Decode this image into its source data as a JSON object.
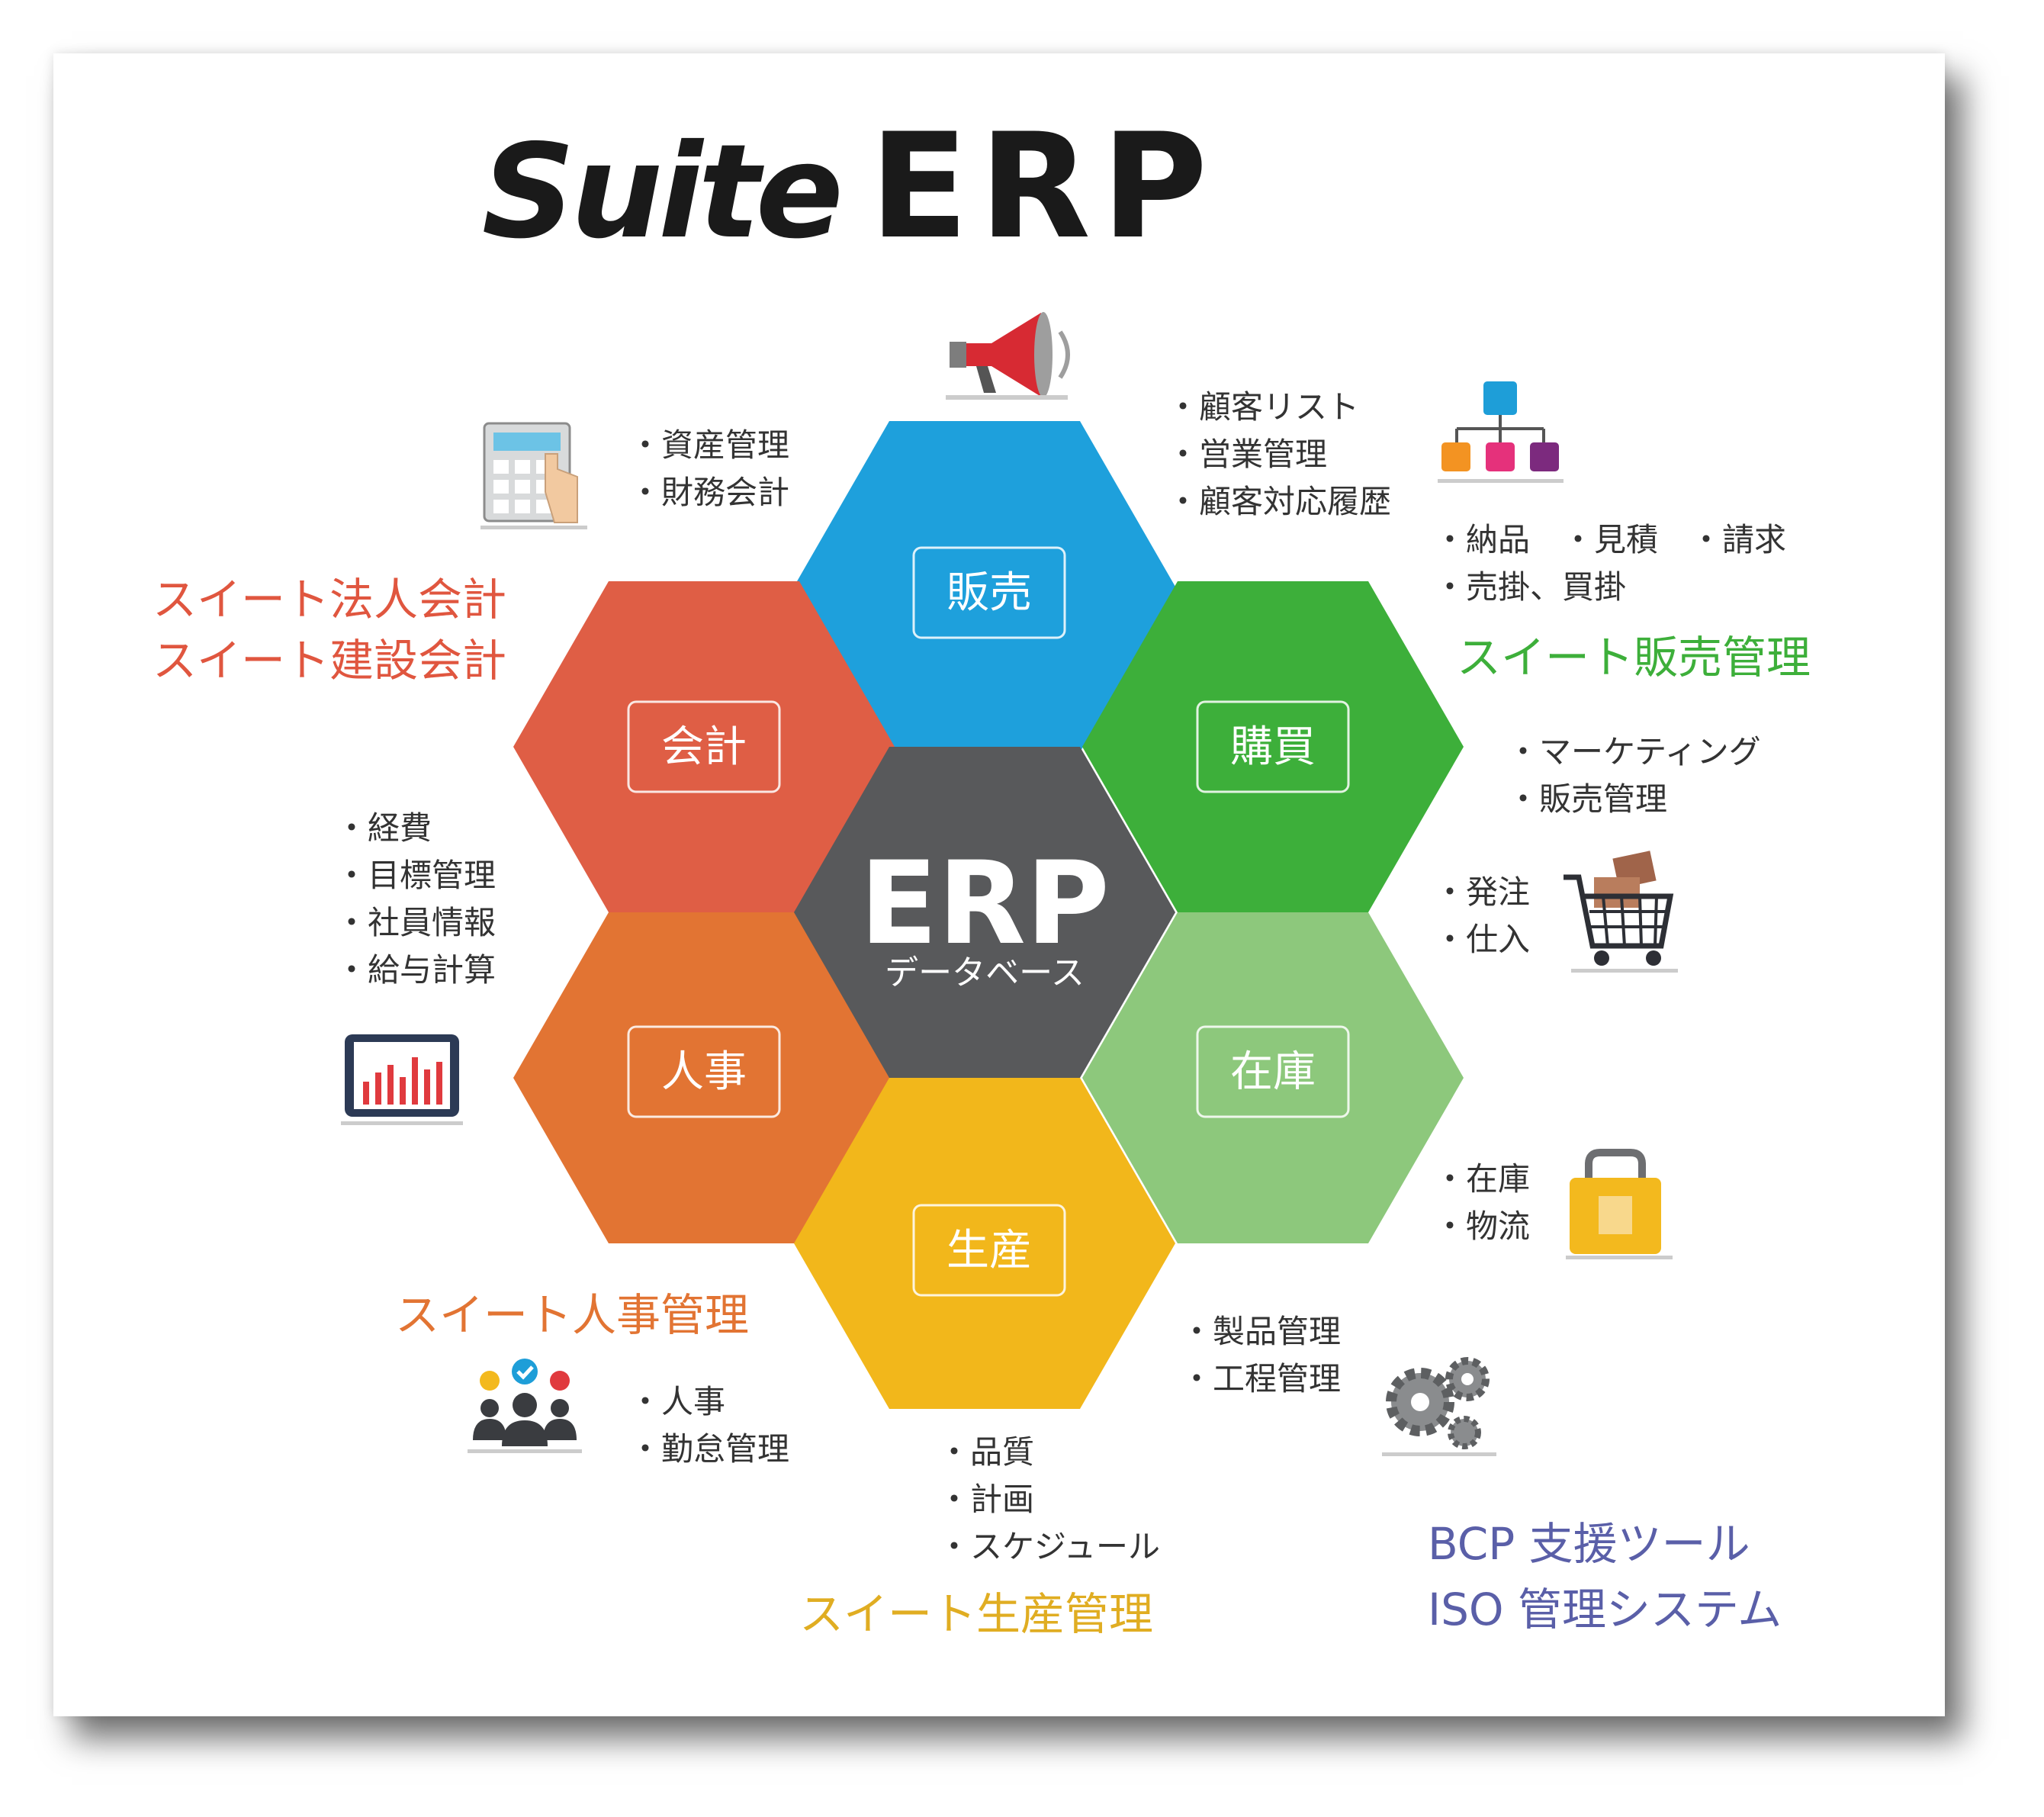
{
  "title": {
    "part1": "Suite",
    "part2": "ERP"
  },
  "center": {
    "title": "ERP",
    "subtitle": "データベース",
    "color": "#58595b"
  },
  "modules": {
    "sales": {
      "label": "販売",
      "color": "#1ea0dc"
    },
    "purchasing": {
      "label": "購買",
      "color": "#3daf3a"
    },
    "inventory": {
      "label": "在庫",
      "color": "#8dc87c"
    },
    "production": {
      "label": "生産",
      "color": "#f2b71b"
    },
    "hr": {
      "label": "人事",
      "color": "#e27433"
    },
    "accounting": {
      "label": "会計",
      "color": "#df5e45"
    }
  },
  "features": {
    "sales": [
      "・顧客リスト",
      "・営業管理",
      "・顧客対応履歴"
    ],
    "sales_docs": [
      "・納品　・見積　・請求",
      "・売掛、買掛"
    ],
    "marketing": [
      "・マーケティング",
      "・販売管理"
    ],
    "purchase": [
      "・発注",
      "・仕入"
    ],
    "stock": [
      "・在庫",
      "・物流"
    ],
    "process": [
      "・製品管理",
      "・工程管理"
    ],
    "quality": [
      "・品質",
      "・計画",
      "・スケジュール"
    ],
    "attendance": [
      "・人事",
      "・勤怠管理"
    ],
    "employee": [
      "・経費",
      "・目標管理",
      "・社員情報",
      "・給与計算"
    ],
    "finance": [
      "・資産管理",
      "・財務会計"
    ]
  },
  "products": {
    "accounting": {
      "lines": [
        "スイート法人会計",
        "スイート建設会計"
      ],
      "color": "#e0563f"
    },
    "sales": {
      "lines": [
        "スイート販売管理"
      ],
      "color": "#3daf3a"
    },
    "hr": {
      "lines": [
        "スイート人事管理"
      ],
      "color": "#e27433"
    },
    "production": {
      "lines": [
        "スイート生産管理"
      ],
      "color": "#e0ad22"
    },
    "bcp": {
      "lines": [
        "BCP 支援ツール",
        "ISO 管理システム"
      ],
      "color": "#5a5fa8"
    }
  },
  "icons": {
    "megaphone": "megaphone-icon",
    "org": "org-chart-icon",
    "cart": "shopping-cart-icon",
    "box": "package-box-icon",
    "gears": "gears-icon",
    "team": "team-icon",
    "tablet": "tablet-chart-icon",
    "calculator": "calculator-icon"
  }
}
